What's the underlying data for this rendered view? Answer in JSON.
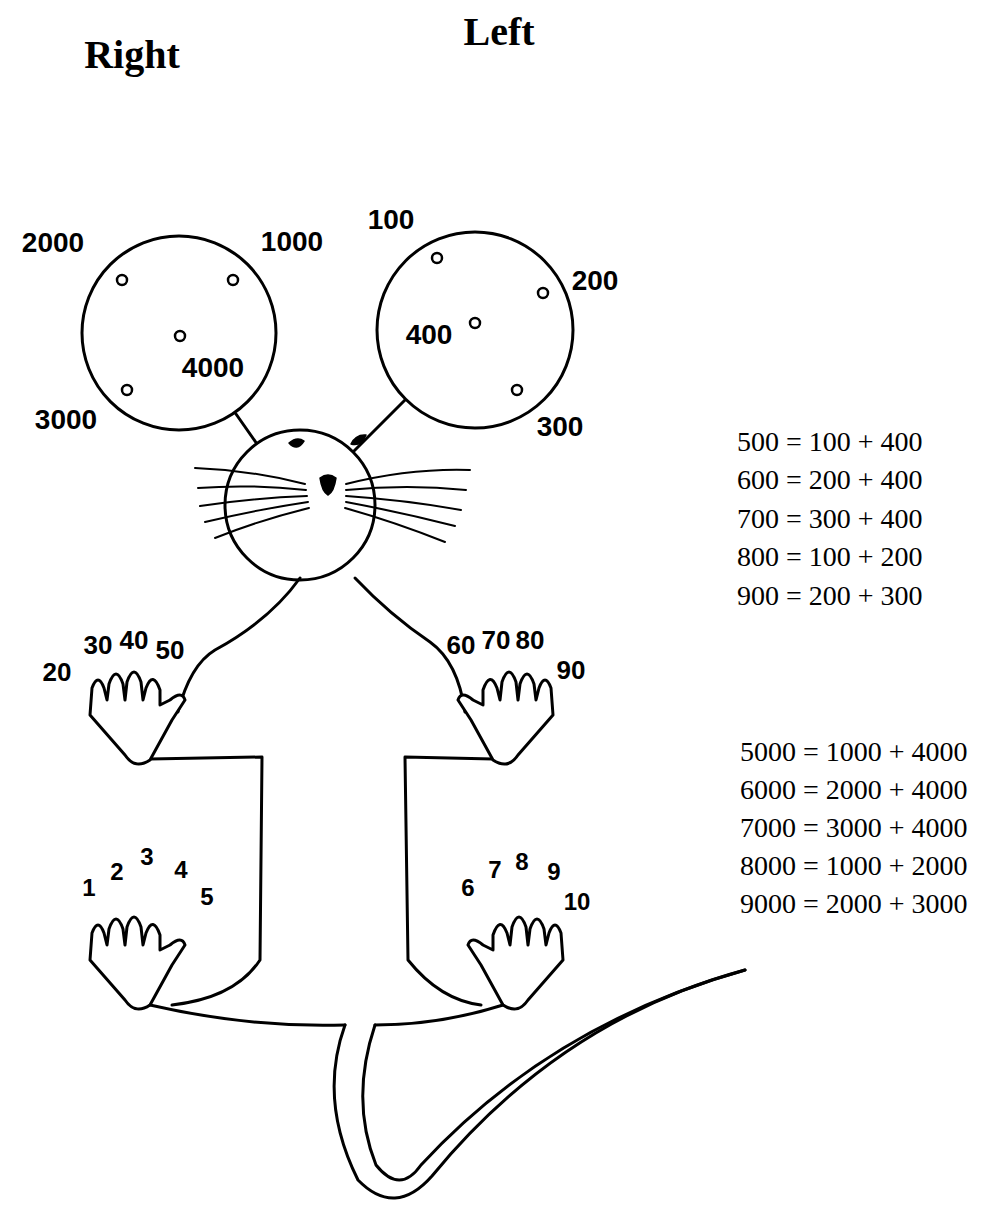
{
  "diagram": {
    "nodes": [
      {
        "text": [
          "2000",
          "1000",
          "4000",
          "3000"
        ]
      },
      {
        "text": [
          "100",
          "200",
          "400",
          "300"
        ]
      }
    ],
    "labels": [
      "Right",
      "Left",
      "20",
      "30",
      "40",
      "50",
      "60",
      "70",
      "80",
      "90",
      "1",
      "2",
      "3",
      "4",
      "5",
      "6",
      "7",
      "8",
      "9",
      "10",
      "500 = 100 + 400",
      "600 = 200 + 400",
      "700 = 300 + 400",
      "800 = 100 + 200",
      "900 = 200 + 300",
      "5000 = 1000 + 4000",
      "6000 = 2000 + 4000",
      "7000 = 3000 + 4000",
      "8000 = 1000 + 2000",
      "9000 = 2000 + 3000"
    ]
  }
}
